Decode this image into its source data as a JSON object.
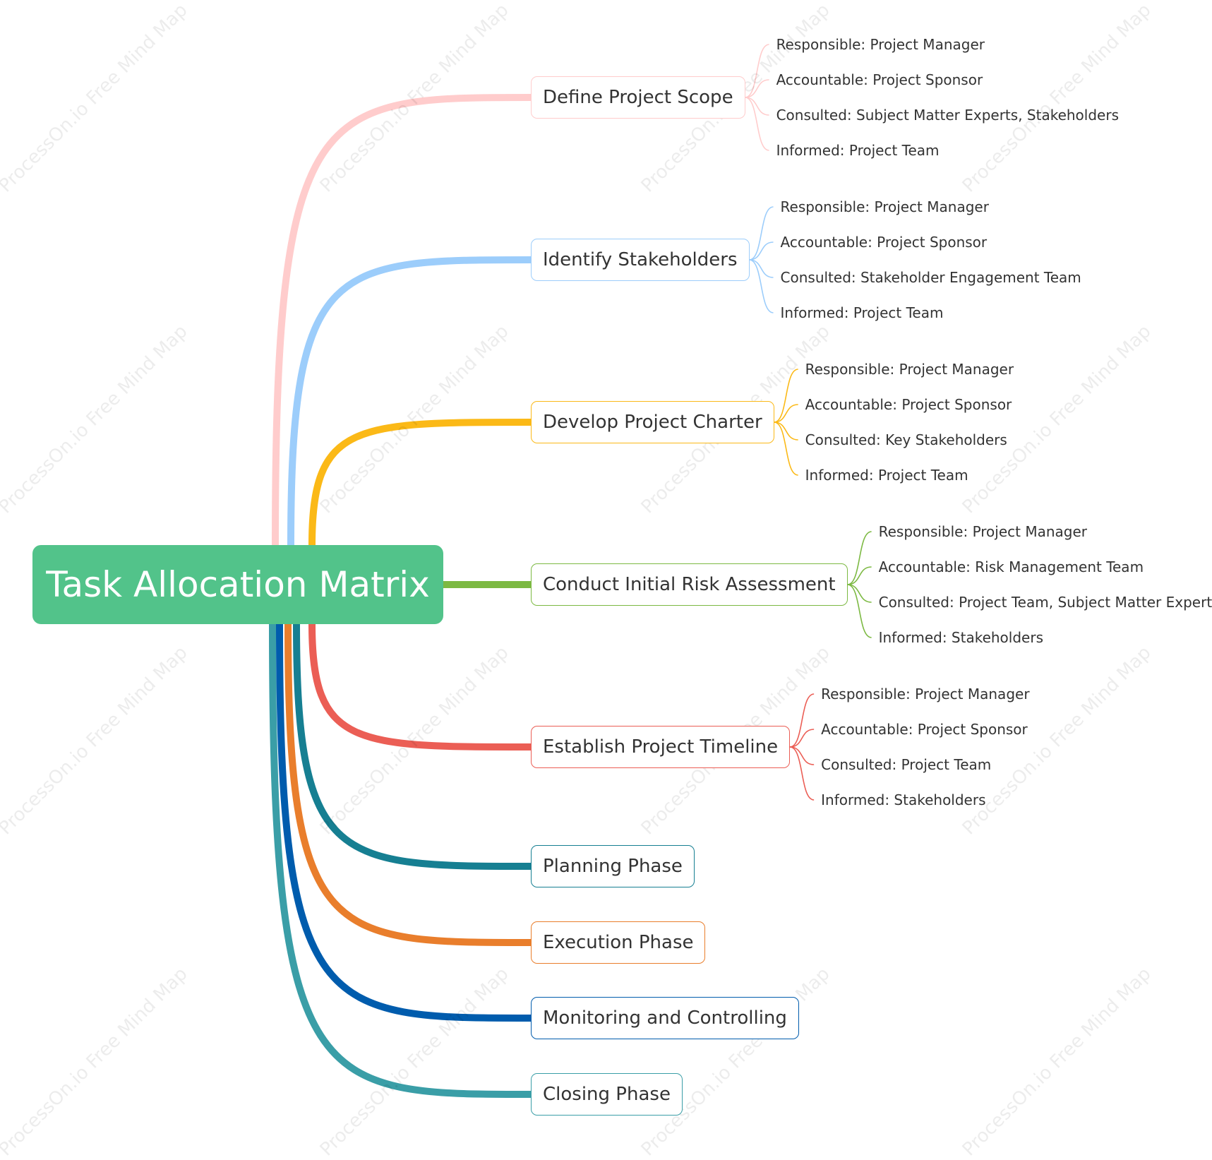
{
  "root": {
    "label": "Task Allocation Matrix",
    "color": "#52c38a"
  },
  "watermark": "ProcessOn.io Free Mind Map",
  "branches": [
    {
      "label": "Define Project Scope",
      "color": "#ffcccc",
      "children": [
        "Responsible: Project Manager",
        "Accountable: Project Sponsor",
        "Consulted: Subject Matter Experts, Stakeholders",
        "Informed: Project Team"
      ]
    },
    {
      "label": "Identify Stakeholders",
      "color": "#9ccdfb",
      "children": [
        "Responsible: Project Manager",
        "Accountable: Project Sponsor",
        "Consulted: Stakeholder Engagement Team",
        "Informed: Project Team"
      ]
    },
    {
      "label": "Develop Project Charter",
      "color": "#fbb917",
      "children": [
        "Responsible: Project Manager",
        "Accountable: Project Sponsor",
        "Consulted: Key Stakeholders",
        "Informed: Project Team"
      ]
    },
    {
      "label": "Conduct Initial Risk Assessment",
      "color": "#7cb942",
      "children": [
        "Responsible: Project Manager",
        "Accountable: Risk Management Team",
        "Consulted: Project Team, Subject Matter Experts",
        "Informed: Stakeholders"
      ]
    },
    {
      "label": "Establish Project Timeline",
      "color": "#eb5e55",
      "children": [
        "Responsible: Project Manager",
        "Accountable: Project Sponsor",
        "Consulted: Project Team",
        "Informed: Stakeholders"
      ]
    },
    {
      "label": "Planning Phase",
      "color": "#167f92",
      "children": []
    },
    {
      "label": "Execution Phase",
      "color": "#e97e2c",
      "children": []
    },
    {
      "label": "Monitoring and Controlling",
      "color": "#005cad",
      "children": []
    },
    {
      "label": "Closing Phase",
      "color": "#3a9ea7",
      "children": []
    }
  ]
}
